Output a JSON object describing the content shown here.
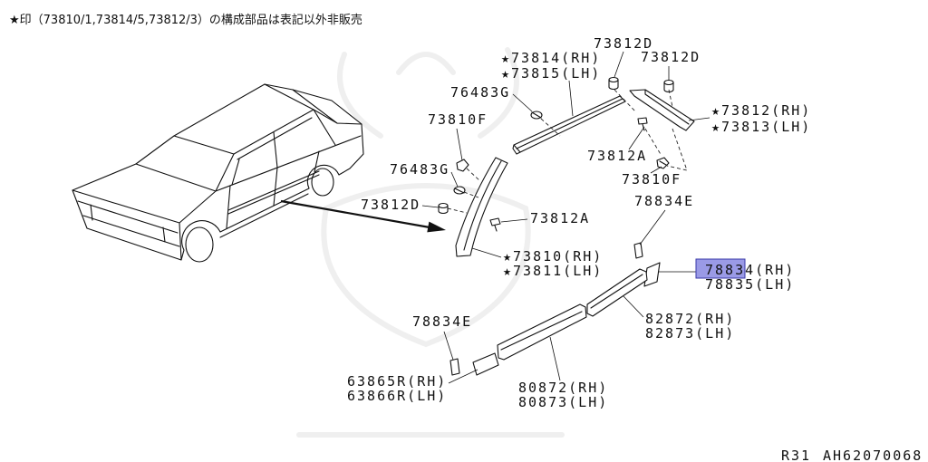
{
  "header": {
    "note": "★印（73810/1,73814/5,73812/3）の構成部品は表記以外非販売"
  },
  "labels": {
    "upper_clip_a": "73812D",
    "upper_clip_b": "73812D",
    "roof_molding_rh": "★73814(RH)",
    "roof_molding_lh": "★73815(LH)",
    "upper_grommet": "76483G",
    "rear_bracket_rh": "★73812(RH)",
    "rear_bracket_lh": "★73813(LH)",
    "pillar_clip_f": "73810F",
    "upper_screw": "73812A",
    "pillar_grommet": "76483G",
    "rear_clip_f": "73810F",
    "sill_clip_rear": "78834E",
    "pillar_clip_d": "73812D",
    "pillar_screw": "73812A",
    "pillar_molding_rh": "★73810(RH)",
    "pillar_molding_lh": "★73811(LH)",
    "end_cap_rh": "78834(RH)",
    "end_cap_lh": "78835(LH)",
    "sill_clip_front": "78834E",
    "rear_door_molding_rh": "82872(RH)",
    "rear_door_molding_lh": "82873(LH)",
    "front_cap_rh": "63865R(RH)",
    "front_cap_lh": "63866R(LH)",
    "front_door_molding_rh": "80872(RH)",
    "front_door_molding_lh": "80873(LH)"
  },
  "footer": {
    "model": "R31",
    "figure_code": "AH62070068"
  },
  "colors": {
    "line": "#111111",
    "background": "#ffffff",
    "highlight_fill": "#9a9ae6",
    "highlight_border": "#3a3aa8",
    "watermark": "#efefef"
  }
}
